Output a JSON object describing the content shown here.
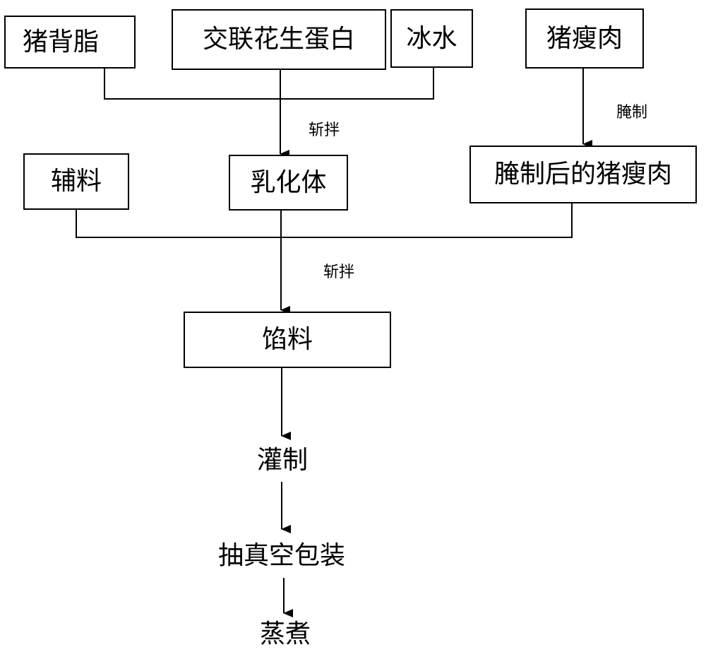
{
  "inputs": {
    "pork_fat": "猪背脂",
    "peanut_protein": "交联花生蛋白",
    "ice_water": "冰水",
    "lean_pork": "猪瘦肉",
    "accessories": "辅料"
  },
  "intermediates": {
    "emulsion": "乳化体",
    "cured_lean_pork": "腌制后的猪瘦肉",
    "filling": "馅料"
  },
  "steps": {
    "stuffing": "灌制",
    "vacuum_packing": "抽真空包装",
    "steaming": "蒸煮"
  },
  "edge_labels": {
    "chop_1": "斩拌",
    "curing": "腌制",
    "chop_2": "斩拌"
  }
}
